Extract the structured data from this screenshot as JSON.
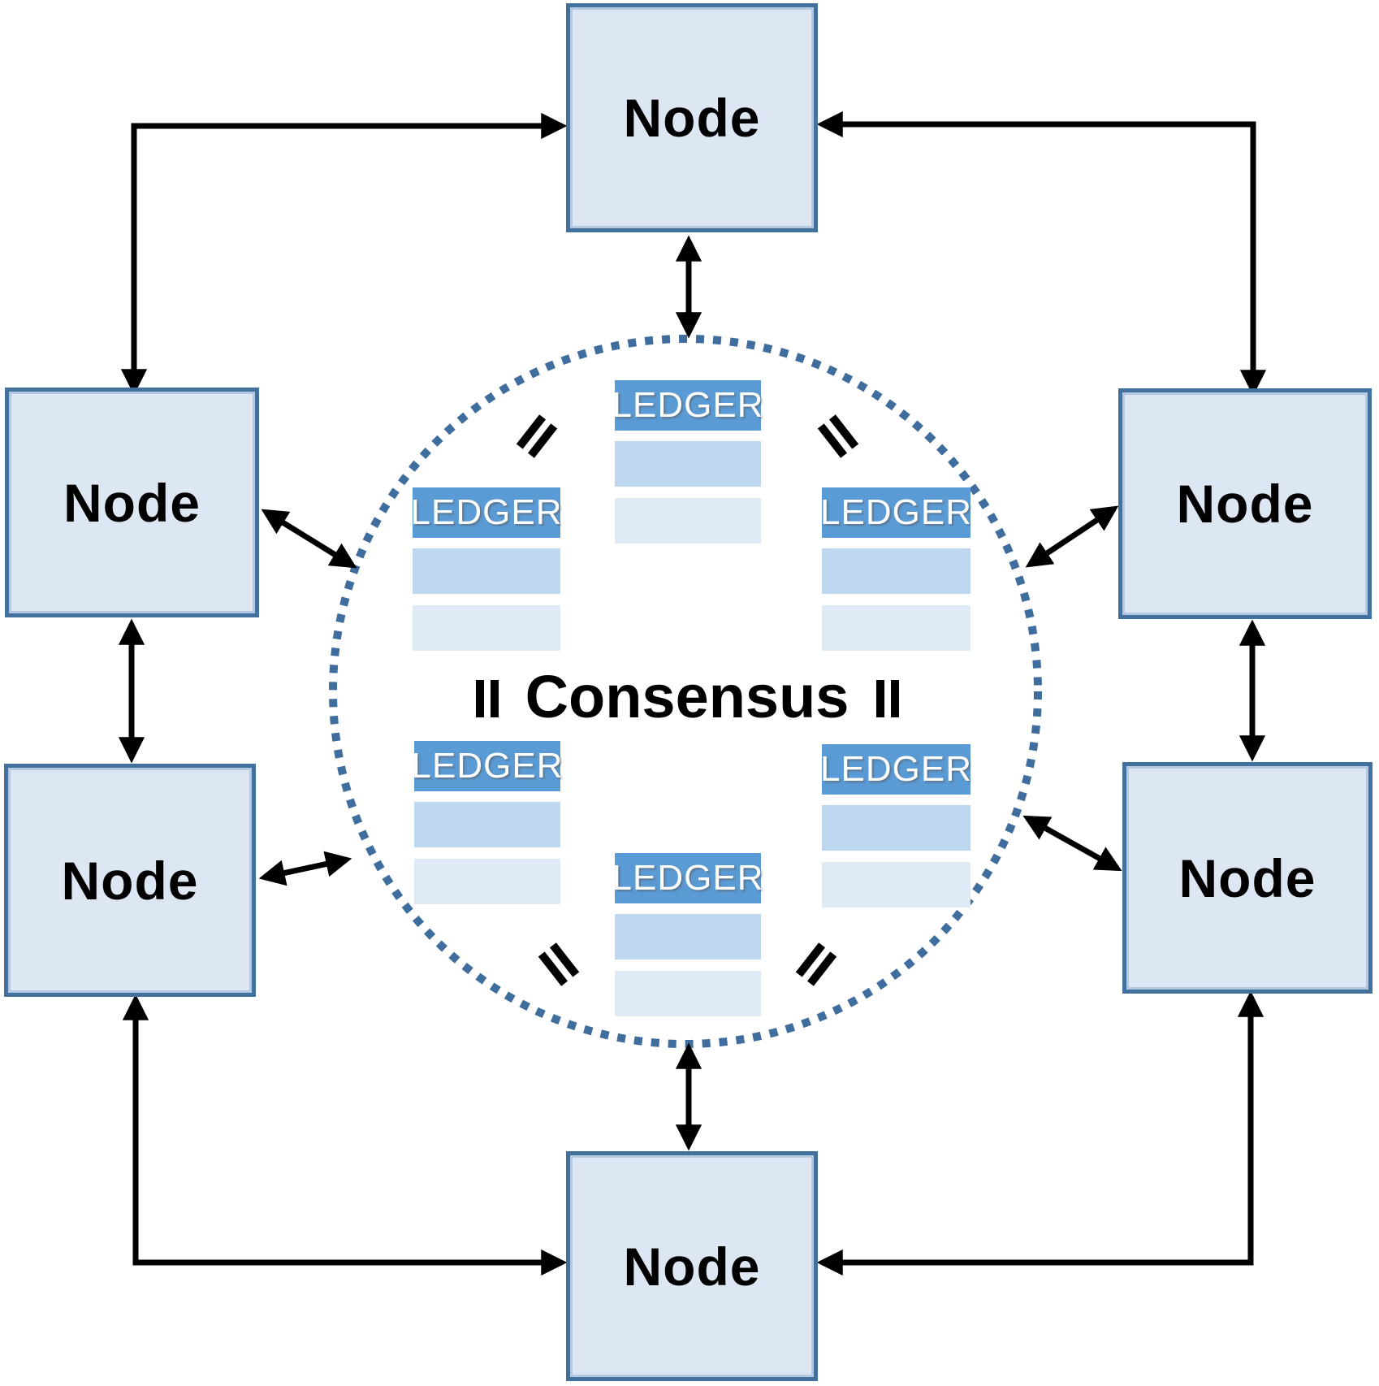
{
  "nodes": [
    {
      "id": "top",
      "label": "Node"
    },
    {
      "id": "left-upper",
      "label": "Node"
    },
    {
      "id": "right-upper",
      "label": "Node"
    },
    {
      "id": "left-lower",
      "label": "Node"
    },
    {
      "id": "right-lower",
      "label": "Node"
    },
    {
      "id": "bottom",
      "label": "Node"
    }
  ],
  "center": {
    "label": "Consensus"
  },
  "ledgers": [
    {
      "id": "top",
      "header": "LEDGER",
      "rows": [
        "",
        ""
      ]
    },
    {
      "id": "upper-left",
      "header": "LEDGER",
      "rows": [
        "",
        ""
      ]
    },
    {
      "id": "upper-right",
      "header": "LEDGER",
      "rows": [
        "",
        ""
      ]
    },
    {
      "id": "lower-left",
      "header": "LEDGER",
      "rows": [
        "",
        ""
      ]
    },
    {
      "id": "lower-right",
      "header": "LEDGER",
      "rows": [
        "",
        ""
      ]
    },
    {
      "id": "bottom",
      "header": "LEDGER",
      "rows": [
        "",
        ""
      ]
    }
  ],
  "icons": {
    "equals-icon": "="
  },
  "colors": {
    "header-blue": "#5B9BD5",
    "row1": "#BDD7EE",
    "row2": "#DEEAF6",
    "node-fill": "#DCE7F3",
    "node-border": "#41719C",
    "circle-dot": "#3F6D9E",
    "arrow": "#000000",
    "label-text": "#000000",
    "ledger-text": "#FFFFFF"
  }
}
